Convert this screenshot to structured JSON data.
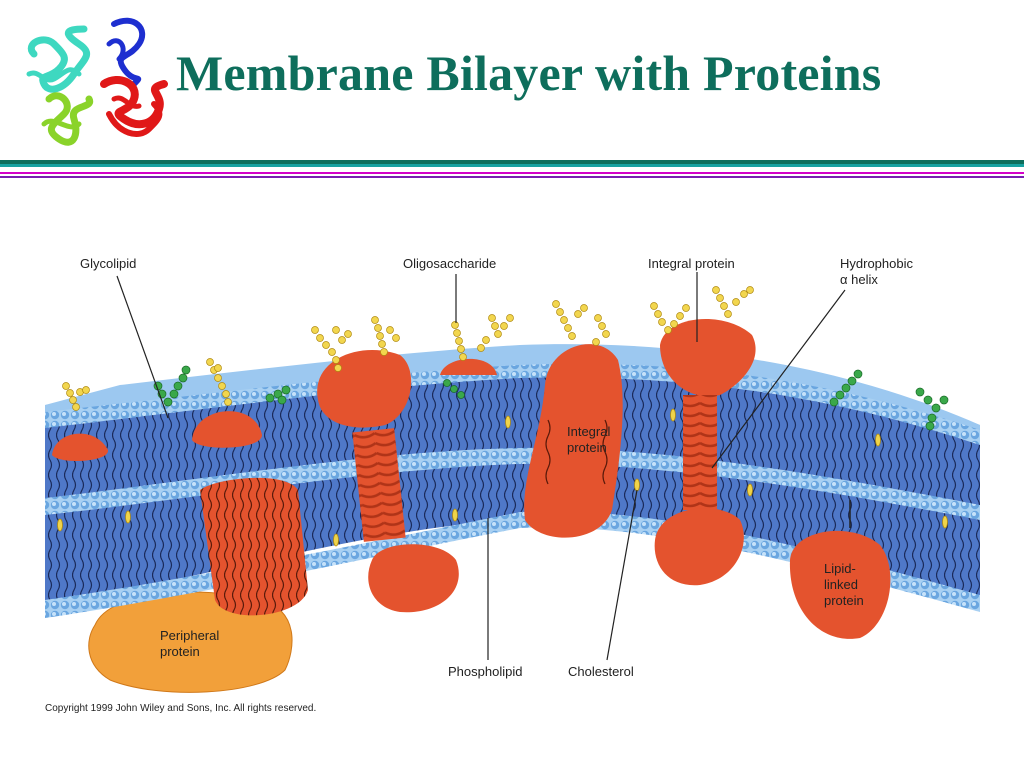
{
  "slide": {
    "title": "Membrane Bilayer with Proteins",
    "copyright": "Copyright 1999 John Wiley and Sons, Inc. All rights reserved."
  },
  "labels": {
    "glycolipid": "Glycolipid",
    "oligosaccharide": "Oligosaccharide",
    "integral_protein_top": "Integral protein",
    "hydrophobic_helix": "Hydrophobic\nα helix",
    "integral_protein_inner": "Integral\nprotein",
    "lipid_linked_protein": "Lipid-\nlinked\nprotein",
    "peripheral_protein": "Peripheral\nprotein",
    "phospholipid": "Phospholipid",
    "cholesterol": "Cholesterol"
  },
  "colors": {
    "title": "#0e6e5c",
    "rule_teal": "#17a2a0",
    "rule_magenta": "#d400c8",
    "membrane_blue": "#4f78c8",
    "head_blue": "#8fc0ec",
    "protein_red": "#e4532e",
    "peripheral_orange": "#f2a03a",
    "sugar_yellow": "#f0d44a",
    "glyco_green": "#3aa84a"
  },
  "icons": {
    "logo": "protein-ribbon-logo-icon"
  }
}
